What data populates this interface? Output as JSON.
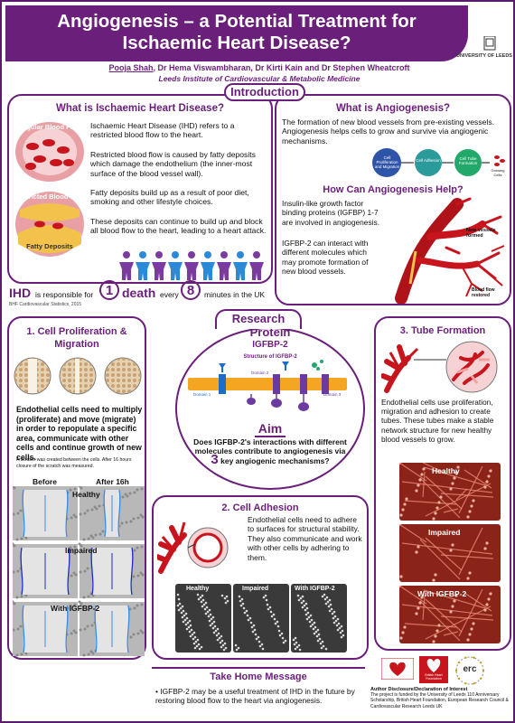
{
  "header": {
    "title_line1": "Angiogenesis – a Potential Treatment for",
    "title_line2": "Ischaemic Heart Disease?",
    "author_main": "Pooja Shah",
    "author_rest": ", Dr Hema Viswambharan, Dr Kirti Kain and Dr Stephen Wheatcroft",
    "institute": "Leeds Institute of Cardiovascular & Metabolic Medicine",
    "university": "UNIVERSITY OF LEEDS"
  },
  "introduction": {
    "label": "Introduction",
    "ihd": {
      "title": "What is Ischaemic Heart Disease?",
      "img1": "Regular Blood Flow",
      "img2": "Restricted Blood Flow",
      "img2b": "Fatty Deposits",
      "p1": "Ischaemic Heart Disease (IHD) refers to a restricted blood flow to the heart.",
      "p2": "Restricted blood flow is caused by fatty deposits which damage the endothelium (the inner-most surface of the blood vessel wall).",
      "p3": "Fatty deposits build up as a result of poor diet, smoking and other lifestyle choices.",
      "p4": "These deposits can continue to build up and block all blood flow to the heart, leading to a heart attack."
    },
    "stat": {
      "ihd": "IHD",
      "is_resp": "is responsible for",
      "one": "1",
      "death": "death",
      "every": "every",
      "eight": "8",
      "minutes": "minutes in the UK",
      "source": "BHF Cardiovascular Statistics, 2015"
    },
    "angio": {
      "title": "What is Angiogenesis?",
      "p1": "The formation of new blood vessels from pre-existing vessels. Angiogenesis helps cells to grow and survive via angiogenic mechanisms.",
      "flow": [
        "Cell Proliferation and Migration",
        "Cell Adhesion",
        "Cell Tube Formation",
        "Growing Cells"
      ],
      "help_title": "How Can Angiogenesis Help?",
      "p2": "Insulin-like growth factor binding proteins (IGFBP) 1-7 are involved in angiogenesis.",
      "p3": "IGFBP-2 can interact with different molecules which may promote formation of new blood vessels.",
      "tree_labels": [
        "New vessels formed",
        "Blood flow restored",
        "Restricted Blood Flow"
      ]
    }
  },
  "research": {
    "label": "Research",
    "protein_label": "Protein",
    "protein_name": "IGFBP-2",
    "structure_label": "Structure of IGFBP-2",
    "domains": [
      "Domain 1",
      "Domain 2",
      "Domain 3"
    ],
    "aim_label": "Aim",
    "aim_a": "Does IGFBP-2's interactions with different molecules contribute to angiogenesis via ",
    "aim_num": "3",
    "aim_b": " key angiogenic mechanisms?"
  },
  "proliferation": {
    "title": "1. Cell Proliferation & Migration",
    "text": "Endothelial cells need to multiply (proliferate) and move (migrate) in order to repopulate a specific area, communicate with other cells and continue growth of new cells.",
    "note": "A scratch was created between the cells. After 16 hours closure of the scratch was measured.",
    "before": "Before",
    "after": "After 16h",
    "healthy": "Healthy",
    "impaired": "Impaired",
    "with": "With IGFBP-2"
  },
  "adhesion": {
    "title": "2. Cell Adhesion",
    "text": "Endothelial cells need to adhere to surfaces for structural stability. They also communicate and work with other cells by adhering to them.",
    "labels": [
      "Healthy",
      "Impaired",
      "With IGFBP-2"
    ]
  },
  "tube": {
    "title": "3. Tube Formation",
    "text": "Endothelial cells use proliferation, migration and adhesion to create tubes. These tubes make a stable network structure for new healthy blood vessels to grow.",
    "labels": [
      "Healthy",
      "Impaired",
      "With IGFBP-2"
    ]
  },
  "takehome": {
    "title": "Take Home Message",
    "text": "• IGFBP-2 may be a useful treatment of IHD in the future by restoring blood flow to the heart via angiogenesis."
  },
  "footer": {
    "bhf": "British Heart Foundation",
    "erc": "erc",
    "disclosure_title": "Author Disclosure/Declaration of Interest",
    "disclosure": "The project is funded by the University of Leeds 110 Anniversary Scholarship, British Heart Foundation, European Research Council & Cardiovascular Research Leeds UK"
  },
  "colors": {
    "purple": "#6a1f7a",
    "blue": "#1a6ec8",
    "red": "#c8141c"
  }
}
